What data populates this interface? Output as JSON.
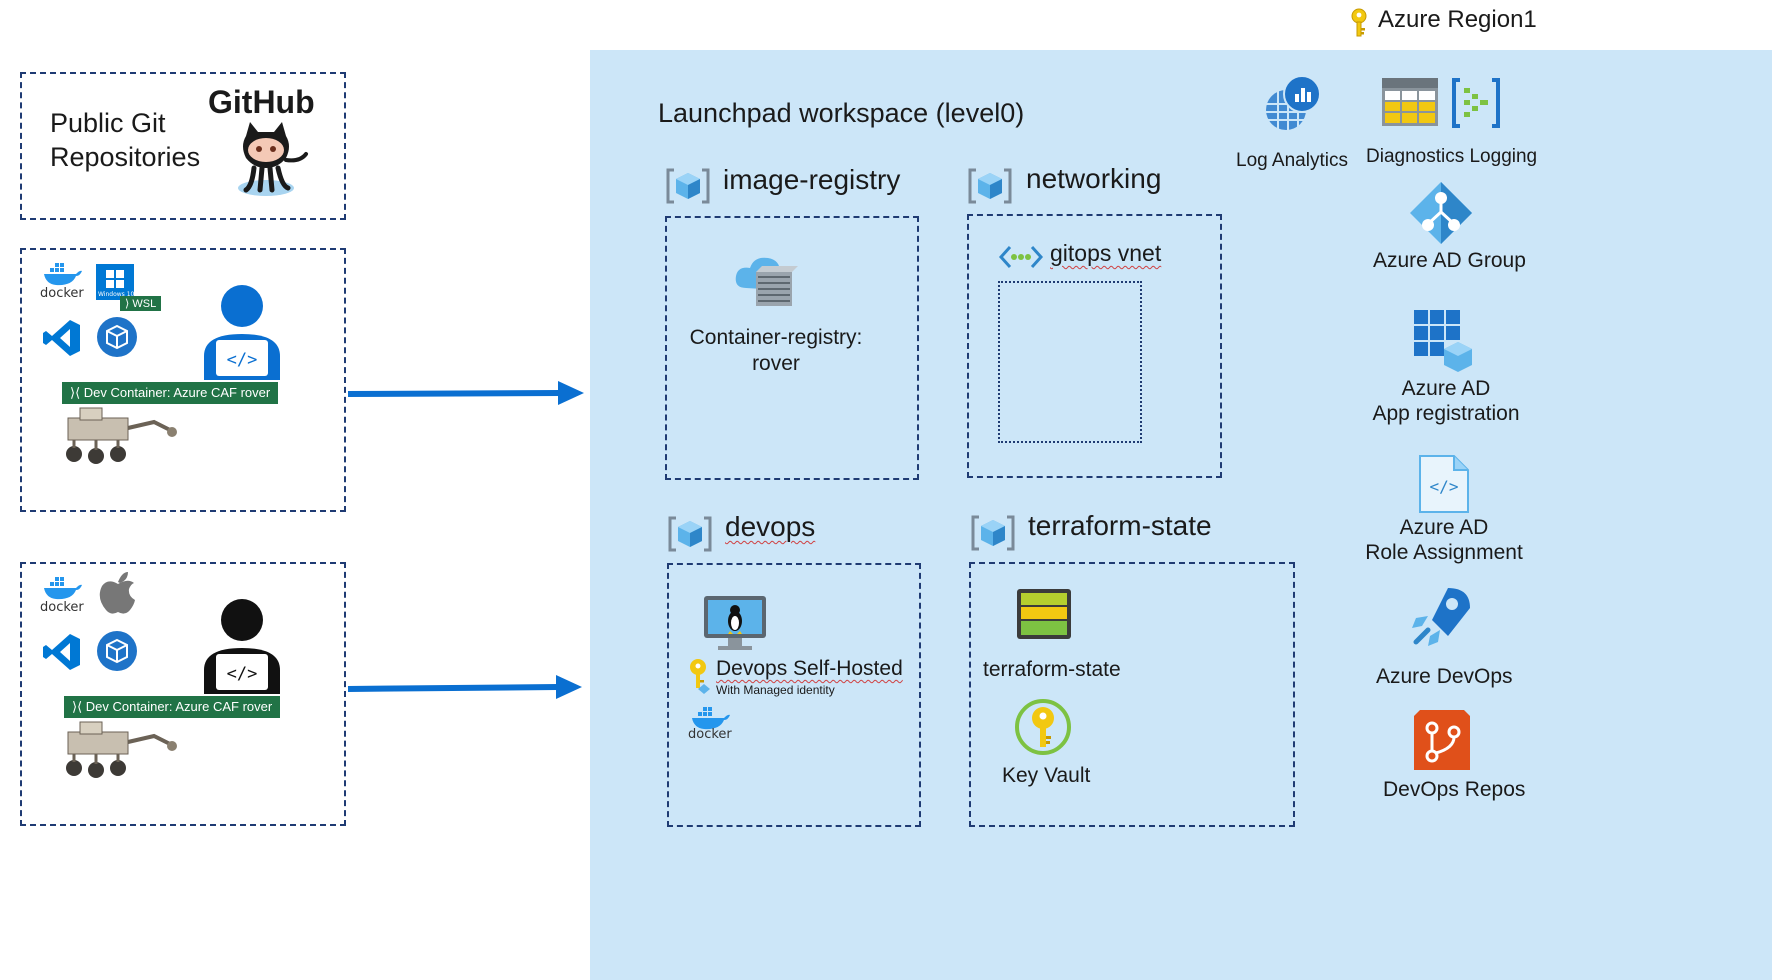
{
  "region": {
    "label": "Azure Region1",
    "icon": "key-icon"
  },
  "github": {
    "title_line1": "Public Git",
    "title_line2": "Repositories",
    "logo_text": "GitHub"
  },
  "dev_windows": {
    "docker_label": "docker",
    "windows_label": "Windows 10",
    "wsl_label": "WSL",
    "devcontainer_label": "Dev Container: Azure CAF rover"
  },
  "dev_mac": {
    "docker_label": "docker",
    "devcontainer_label": "Dev Container: Azure CAF rover"
  },
  "workspace": {
    "title": "Launchpad workspace (level0)",
    "image_registry": {
      "title": "image-registry",
      "item_line1": "Container-registry:",
      "item_line2": "rover"
    },
    "networking": {
      "title": "networking",
      "vnet_label": "gitops vnet"
    },
    "devops": {
      "title": "devops",
      "agent_label": "Devops Self-Hosted",
      "agent_sub": "With Managed identity",
      "docker_label": "docker"
    },
    "terraform_state": {
      "title": "terraform-state",
      "storage_label": "terraform-state",
      "keyvault_label": "Key Vault"
    }
  },
  "services": {
    "log_analytics": "Log Analytics",
    "diagnostics": "Diagnostics Logging",
    "ad_group": "Azure AD Group",
    "app_reg_line1": "Azure AD",
    "app_reg_line2": "App registration",
    "role_line1": "Azure AD",
    "role_line2": "Role Assignment",
    "azure_devops": "Azure DevOps",
    "devops_repos": "DevOps Repos"
  },
  "colors": {
    "panel": "#cce6f8",
    "dashed": "#1f3b73",
    "arrow": "#0a6fd1",
    "badge": "#217346",
    "azure_blue": "#0078d4"
  }
}
